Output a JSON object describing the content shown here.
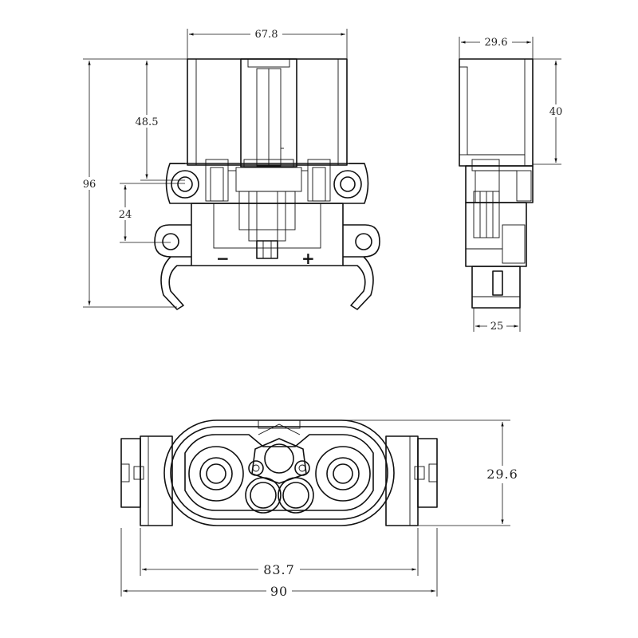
{
  "front_view": {
    "dims": {
      "width_top": "67.8",
      "height_total": "96",
      "height_upper": "48.5",
      "hole_spacing": "24"
    },
    "polarity": {
      "negative": "−",
      "positive": "+"
    }
  },
  "side_view": {
    "dims": {
      "depth_top": "29.6",
      "height_body": "40",
      "base_width": "25"
    }
  },
  "bottom_view": {
    "dims": {
      "height": "29.6",
      "inner_width": "83.7",
      "outer_width": "90"
    }
  },
  "colors": {
    "line": "#111111",
    "background": "#ffffff"
  }
}
